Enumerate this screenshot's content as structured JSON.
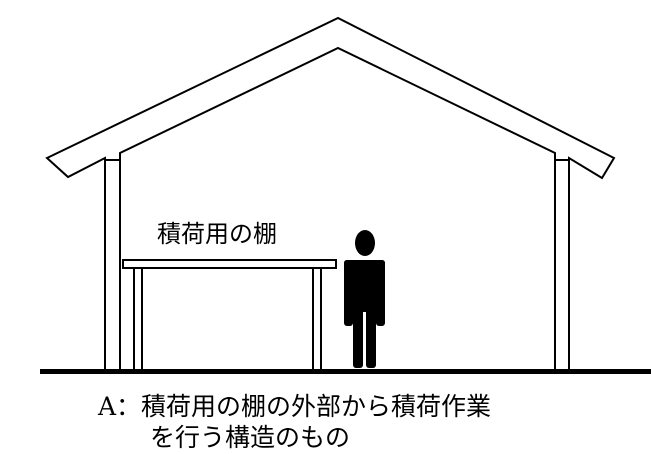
{
  "diagram": {
    "shelf_label": "積荷用の棚",
    "caption_line1": "A：積荷用の棚の外部から積荷作業",
    "caption_line2": "を行う構造のもの",
    "colors": {
      "line": "#000000",
      "background": "#ffffff",
      "figure": "#000000"
    },
    "icons": {
      "person": "person-silhouette-icon"
    }
  }
}
